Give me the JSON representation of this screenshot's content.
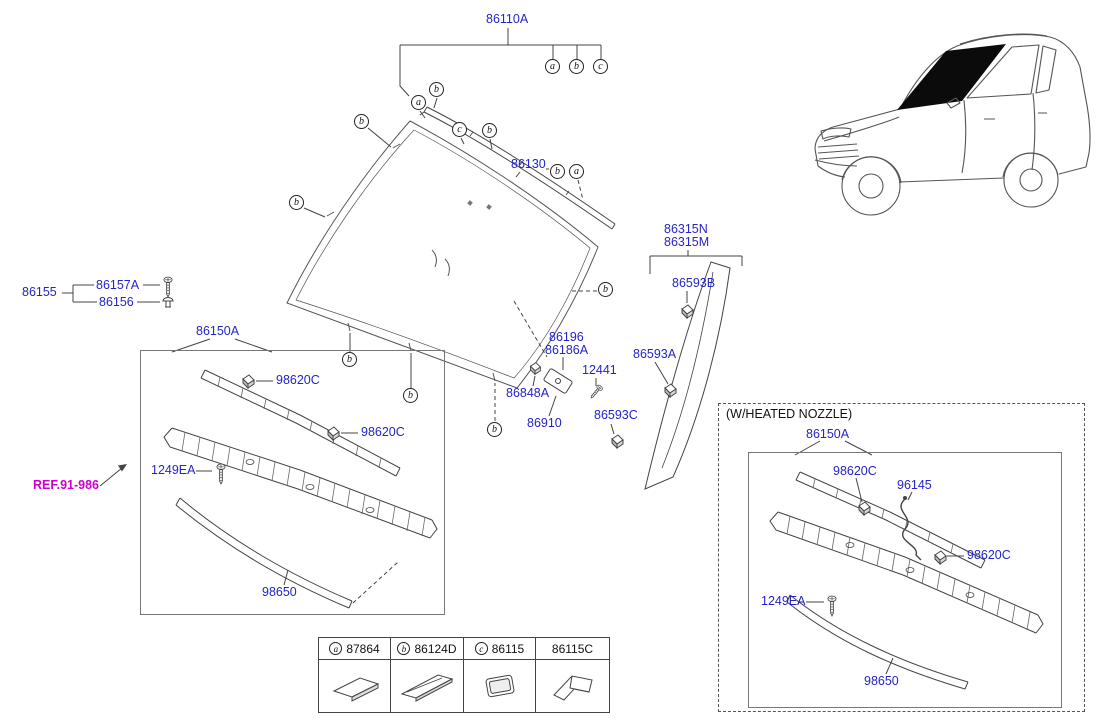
{
  "diagram": {
    "main_assembly": "86110A",
    "molding": "86130",
    "clip_set": {
      "group": "86155",
      "screw": "86157A",
      "grommet": "86156"
    },
    "cowl": {
      "panel": "86150A",
      "clip_upper": "98620C",
      "clip_lower": "98620C",
      "screw": "1249EA",
      "weatherstrip": "98650",
      "ref_link": "REF.91-986"
    },
    "mirror_mount": {
      "pad": "86196",
      "bracket": "86186A",
      "bolt": "12441",
      "cover_clip": "86848A",
      "assembly": "86910"
    },
    "pillar_garnish": {
      "part_n": "86315N",
      "part_m": "86315M",
      "clip_b": "86593B",
      "clip_a": "86593A",
      "clip_c": "86593C"
    },
    "heated": {
      "title": "(W/HEATED NOZZLE)",
      "panel": "86150A",
      "clip_upper": "98620C",
      "hose": "96145",
      "clip_lower": "98620C",
      "screw": "1249EA",
      "weatherstrip": "98650"
    }
  },
  "callout_letters": {
    "a": "a",
    "b": "b",
    "c": "c"
  },
  "legend": {
    "columns": [
      {
        "callout": "a",
        "part": "87864"
      },
      {
        "callout": "b",
        "part": "86124D"
      },
      {
        "callout": "c",
        "part": "86115"
      },
      {
        "callout": "",
        "part": "86115C"
      }
    ]
  },
  "colors": {
    "part_label": "#2424c8",
    "ref_link": "#cc00cc",
    "line": "#444444"
  }
}
